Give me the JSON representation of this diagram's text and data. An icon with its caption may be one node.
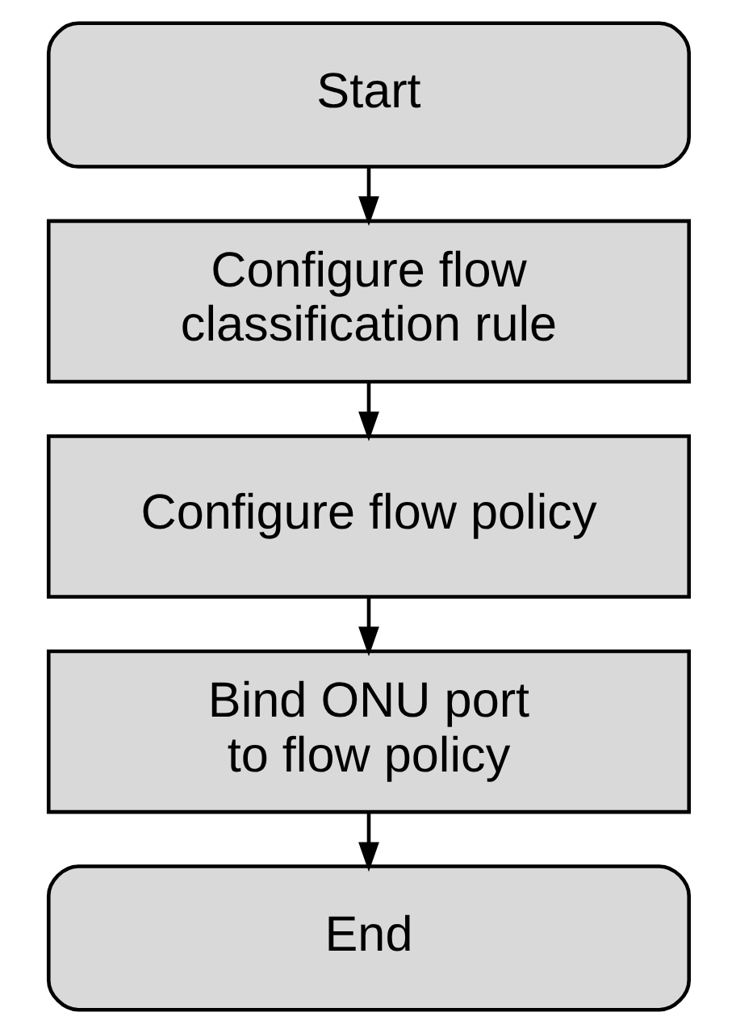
{
  "diagram": {
    "nodes": [
      {
        "text": [
          "Start"
        ]
      },
      {
        "text": [
          "Configure flow classification rule"
        ]
      },
      {
        "text": [
          "Configure flow policy"
        ]
      },
      {
        "text": [
          "Bind ONU port to flow policy"
        ]
      },
      {
        "text": [
          "End"
        ]
      }
    ],
    "edges": [
      {
        "from": 0,
        "to": 1,
        "arrow": "to"
      },
      {
        "from": 1,
        "to": 2,
        "arrow": "to"
      },
      {
        "from": 2,
        "to": 3,
        "arrow": "to"
      },
      {
        "from": 3,
        "to": 4,
        "arrow": "to"
      }
    ]
  }
}
